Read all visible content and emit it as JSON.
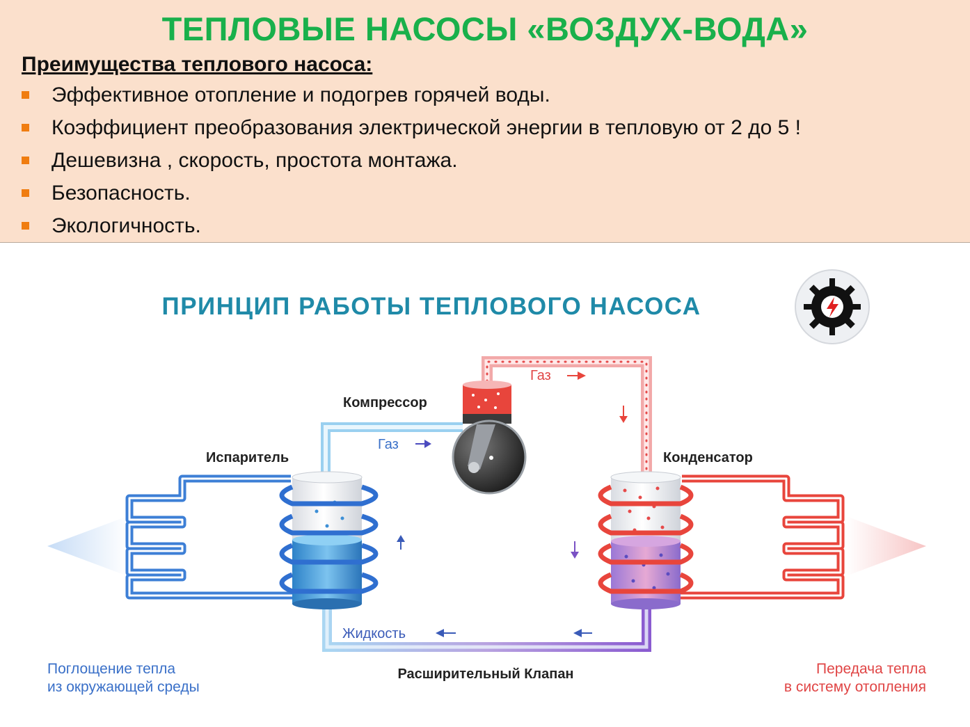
{
  "header": {
    "title": "ТЕПЛОВЫЕ НАСОСЫ «ВОЗДУХ-ВОДА»",
    "advantages_heading": "Преимущества теплового насоса:",
    "advantages": [
      "Эффективное отопление и подогрев горячей воды.",
      "Коэффициент преобразования электрической энергии в тепловую от 2 до 5 !",
      "Дешевизна , скорость, простота монтажа.",
      "Безопасность.",
      "Экологичность."
    ]
  },
  "diagram": {
    "title": "ПРИНЦИП РАБОТЫ ТЕПЛОВОГО НАСОСА",
    "logo_icon": "gear-lightning-icon",
    "labels": {
      "compressor": "Компрессор",
      "evaporator": "Испаритель",
      "condenser": "Конденсатор",
      "gas_left": "Газ",
      "gas_top": "Газ",
      "liquid": "Жидкость",
      "expansion_valve": "Расширительный Клапан"
    },
    "left_caption": [
      "Поглощение тепла",
      "из окружающей среды"
    ],
    "right_caption": [
      "Передача тепла",
      "в систему отопления"
    ],
    "colors": {
      "cold": "#3d7fd6",
      "hot": "#e8453c",
      "title": "#1f8aa8",
      "green_title": "#19b04b",
      "bullet": "#f07d10",
      "header_bg": "#fbe0cc"
    }
  }
}
